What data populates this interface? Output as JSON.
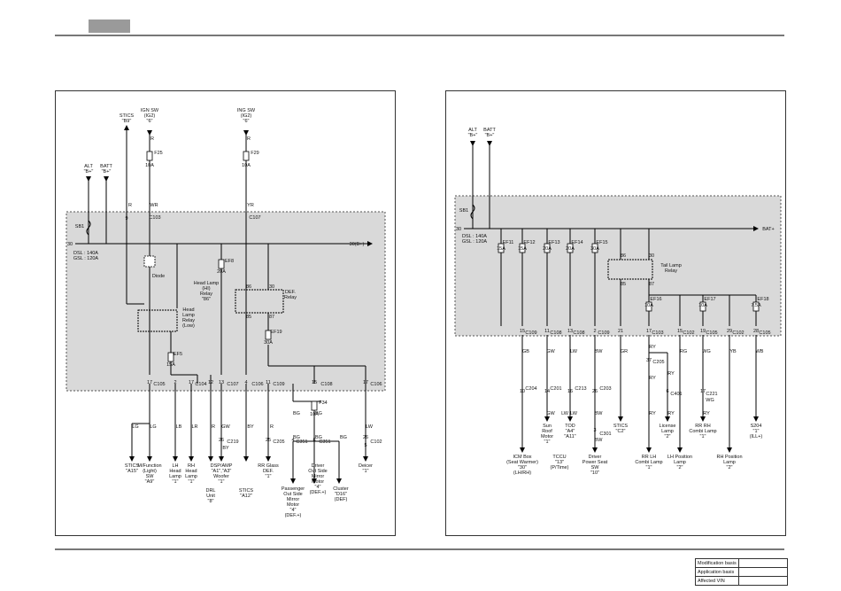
{
  "footer": {
    "modification_basis": "Modification basis",
    "application_basis": "Application basis",
    "affected_vin": "Affected VIN"
  },
  "left": {
    "labels": {
      "stics_top": "STICS",
      "stics_top_pin": "\"B9\"",
      "ign_sw": "IGN SW",
      "ign_sw_ig": "(IG2)",
      "ign_sw_pin": "\"6\"",
      "ing_sw": "ING SW",
      "ing_sw_ig": "(IG2)",
      "ing_sw_pin": "\"6\"",
      "alt": "ALT",
      "alt_pin": "\"B+\"",
      "batt": "BATT",
      "batt_pin": "\"B+\"",
      "f25": "F25",
      "f25_amp": "10A",
      "f29": "F29",
      "f29_amp": "10A",
      "wire_r1": "R",
      "wire_r2": "R",
      "wire_r3": "R",
      "wire_wr": "WR",
      "wire_yr": "YR",
      "sb1": "SB1",
      "dsl": "DSL : 140A",
      "gsl": "GSL : 120A",
      "bus_30": "30",
      "bus_30b": "30(B+)",
      "diode": "Diode",
      "ef8": "EF8",
      "ef8_amp": "20A",
      "headlamp_hi_relay": "Head Lamp",
      "headlamp_hi_relay2": "(HI)",
      "headlamp_hi_relay3": "Relay",
      "headlamp_hi_relay4": "\"86\"",
      "def_relay": "DEF.",
      "def_relay2": "Relay",
      "relay_86": "86",
      "relay_30": "30",
      "relay_85": "85",
      "relay_87": "87",
      "head_lamp_relay_low": "Head",
      "head_lamp_relay_low2": "Lamp",
      "head_lamp_relay_low3": "Relay",
      "head_lamp_relay_low4": "(Low)",
      "ef19": "EF19",
      "ef19_amp": "30A",
      "ef5": "EF5",
      "ef5_amp": "15A",
      "c103": "C103",
      "c107a": "C107",
      "c105": "C105",
      "c104": "C104",
      "c107": "C107",
      "c106": "C106",
      "c109": "C109",
      "c108": "C108",
      "c106b": "C106",
      "pin9": "9",
      "pin12": "12",
      "pin4": "4",
      "pin2": "2",
      "pin17": "17",
      "pin13": "13",
      "pin11": "11",
      "pin17b": "17",
      "pin15": "15",
      "pin17c": "17",
      "w_lg1": "LG",
      "w_lg2": "LG",
      "w_lb": "LB",
      "w_lr": "LR",
      "w_r": "R",
      "w_gw": "GW",
      "w_by": "BY",
      "w_by2": "BY",
      "w_r2": "R",
      "w_bg1": "BG",
      "w_bg2": "BG",
      "w_bg3": "BG",
      "w_bg4": "BG",
      "w_bg5": "BG",
      "w_lw": "LW",
      "f34": "F34",
      "f34_amp": "10A",
      "c219": "C219",
      "c219_pin": "26",
      "c205": "C205",
      "c205_pin": "25",
      "c351": "C351",
      "c351_pin": "4",
      "c351b": "C351",
      "c351b_pin": "6",
      "c102": "C102",
      "c102_pin": "26",
      "c102_pin2": "5",
      "stics_a15": "STICS",
      "stics_a15_pin": "\"A15\"",
      "mfunction": "M/Function",
      "mfunction2": "(Light)",
      "mfunction3": "SW",
      "mfunction4": "\"A9\"",
      "lh_head": "LH",
      "lh_head2": "Head",
      "lh_head3": "Lamp",
      "lh_head4": "\"1\"",
      "rh_head": "RH",
      "rh_head2": "Head",
      "rh_head3": "Lamp",
      "rh_head4": "\"1\"",
      "drl": "DRL",
      "drl2": "Unit",
      "drl3": "\"8\"",
      "dsp": "DSP/AMP",
      "dsp2": "\"A1\",\"A3\"",
      "dsp3": "Woofer",
      "dsp4": "\"1\"",
      "stics_a12": "STICS",
      "stics_a12_pin": "\"A12\"",
      "rr_glass": "RR Glass",
      "rr_glass2": "DEF.",
      "rr_glass3": "\"1\"",
      "pass_mirror": "Passenger",
      "pass_mirror2": "Out Side",
      "pass_mirror3": "Mirror",
      "pass_mirror4": "Motor",
      "pass_mirror5": "\"4\"",
      "pass_mirror6": "(DEF.+)",
      "drv_mirror": "Driver",
      "drv_mirror2": "Out Side",
      "drv_mirror3": "Mirror",
      "drv_mirror4": "Motor",
      "drv_mirror5": "\"4\"",
      "drv_mirror6": "(DEF.+)",
      "cluster": "Cluster",
      "cluster2": "\"D16\"",
      "cluster3": "(DEF)",
      "deicer": "Deicer",
      "deicer2": "\"1\""
    }
  },
  "right": {
    "labels": {
      "alt": "ALT",
      "alt_pin": "\"B+\"",
      "batt": "BATT",
      "batt_pin": "\"B+\"",
      "sb1": "SB1",
      "bus_30": "30",
      "bat_plus": "BAT+",
      "dsl": "DSL : 140A",
      "gsl": "GSL : 120A",
      "ef11": "EF11",
      "ef11_amp": "15A",
      "ef12": "EF12",
      "ef12_amp": "15A",
      "ef13": "EF13",
      "ef13_amp": "20A",
      "ef14": "EF14",
      "ef14_amp": "20A",
      "ef15": "EF15",
      "ef15_amp": "30A",
      "tail_relay": "Tail Lamp",
      "tail_relay2": "Relay",
      "r86": "86",
      "r30": "30",
      "r85": "85",
      "r87": "87",
      "ef16": "EF16",
      "ef16_amp": "10A",
      "ef17": "EF17",
      "ef17_amp": "10A",
      "ef18": "EF18",
      "ef18_amp": "7.5A",
      "c109": "C109",
      "c109_pin": "15",
      "c108a": "C108",
      "c108a_pin": "11",
      "c108b": "C108",
      "c108b_pin": "13",
      "c109b": "C109",
      "c109b_pin": "2",
      "pin21": "21",
      "c103": "C103",
      "c103_pin": "17",
      "c102": "C102",
      "c102_pin": "15",
      "c105": "C105",
      "c105_pin": "19",
      "c102b": "C102",
      "c102b_pin": "29",
      "c105b": "C105",
      "c105b_pin": "28",
      "w_gb": "GB",
      "w_gw": "GW",
      "w_lw": "LW",
      "w_bw": "BW",
      "w_gr": "GR",
      "w_ry": "RY",
      "w_rg": "RG",
      "w_wg": "WG",
      "w_yb": "YB",
      "w_wb": "WB",
      "w_gw2": "GW",
      "w_lw2": "LW",
      "w_lw3": "LW",
      "w_bw2": "BW",
      "w_bw3": "BW",
      "w_ry2": "RY",
      "w_ry3": "RY",
      "w_ry4": "RY",
      "w_ry5": "RY",
      "w_ry6": "RY",
      "w_wg2": "WG",
      "c204": "C204",
      "c204_pin": "10",
      "c201": "C201",
      "c201_pin": "14",
      "c213": "C213",
      "c213_pin": "16",
      "c203": "C203",
      "c203_pin": "26",
      "c205": "C205",
      "c205_pin": "37",
      "c401": "C401",
      "c401_pin": "6",
      "c221": "C221",
      "c221_pin": "17",
      "c301": "C301",
      "c301_pin": "3",
      "icm_box": "ICM Box",
      "icm_box2": "(Seat Warmer)",
      "icm_box3": "\"30\"",
      "icm_box4": "(LH/RH)",
      "sunroof": "Sun",
      "sunroof2": "Roof",
      "sunroof3": "Motor",
      "sunroof4": "\"1\"",
      "tcu": "TCCU",
      "tcu2": "\"13\"",
      "tcu3": "(P/Time)",
      "tod": "TOD",
      "tod2": "\"A4\"",
      "tod3": "\"A11\"",
      "drv_seat": "Driver",
      "drv_seat2": "Power Seat",
      "drv_seat3": "SW",
      "drv_seat4": "\"10\"",
      "stics_c2": "STICS",
      "stics_c2_pin": "\"C2\"",
      "license": "License",
      "license2": "Lamp",
      "license3": "\"2\"",
      "rr_lh_combi": "RR LH",
      "rr_lh_combi2": "Combi Lamp",
      "rr_lh_combi3": "\"1\"",
      "lh_pos": "LH Position",
      "lh_pos2": "Lamp",
      "lh_pos3": "\"2\"",
      "rr_rh_combi": "RR RH",
      "rr_rh_combi2": "Combi Lamp",
      "rr_rh_combi3": "\"1\"",
      "rh_pos": "RH Position",
      "rh_pos2": "Lamp",
      "rh_pos3": "\"2\"",
      "s204": "S204",
      "s204_2": "\"1\"",
      "s204_3": "(ILL+)"
    }
  }
}
